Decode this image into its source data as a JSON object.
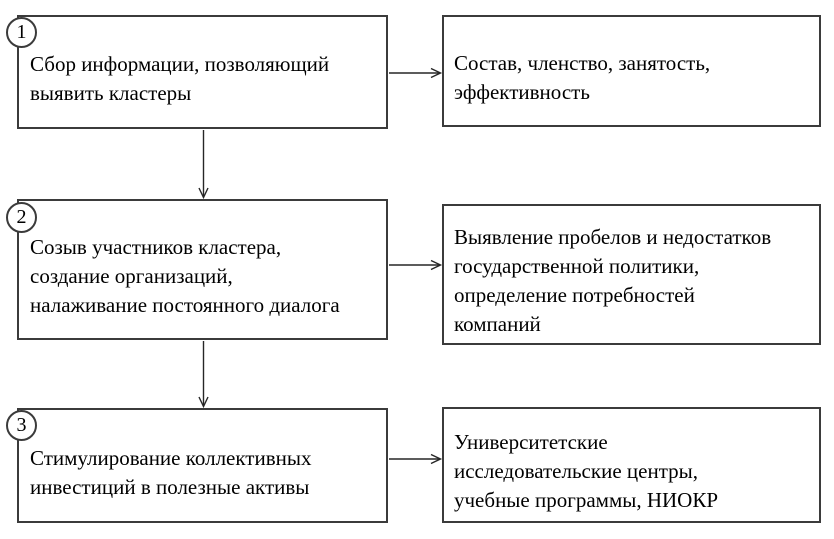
{
  "diagram": {
    "title": "cluster-development-process-flowchart",
    "colors": {
      "background": "#ffffff",
      "border": "#3b3b3b",
      "text": "#000000",
      "arrow": "#262626"
    },
    "steps": [
      {
        "number": "1",
        "action": "Сбор информации, позволяющий\nвыявить кластеры",
        "outcome": "Состав, членство, занятость,\nэффективность"
      },
      {
        "number": "2",
        "action": "Созыв участников кластера,\nсоздание организаций,\nналаживание постоянного диалога",
        "outcome": "Выявление пробелов и недостатков\nгосударственной политики,\nопределение потребностей\nкомпаний"
      },
      {
        "number": "3",
        "action": "Стимулирование коллективных\nинвестиций в полезные активы",
        "outcome": "Университетские\nисследовательские центры,\nучебные программы, НИОКР"
      }
    ]
  }
}
